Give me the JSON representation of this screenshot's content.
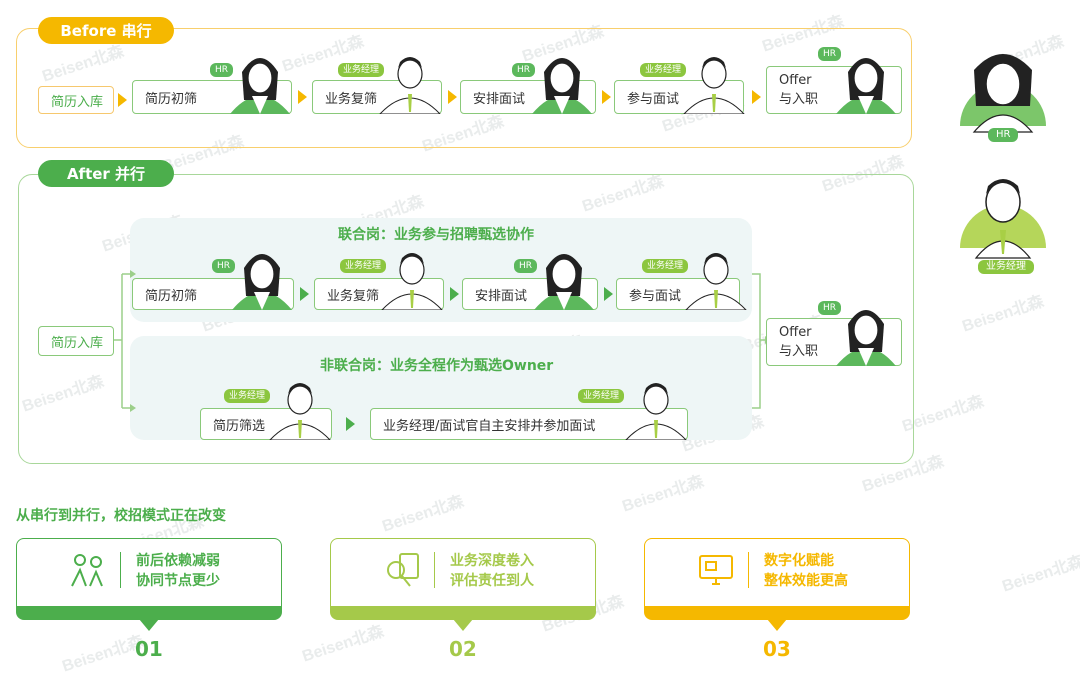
{
  "before": {
    "pill": "Before 串行",
    "steps": [
      "简历入库",
      "简历初筛",
      "业务复筛",
      "安排面试",
      "参与面试"
    ],
    "offer_line1": "Offer",
    "offer_line2": "与入职",
    "tags": [
      "HR",
      "业务经理",
      "HR",
      "业务经理",
      "HR"
    ]
  },
  "after": {
    "pill": "After 并行",
    "start": "简历入库",
    "joint_title": "联合岗：业务参与招聘甄选协作",
    "joint_steps": [
      "简历初筛",
      "业务复筛",
      "安排面试",
      "参与面试"
    ],
    "joint_tags": [
      "HR",
      "业务经理",
      "HR",
      "业务经理"
    ],
    "nonjoint_title": "非联合岗：业务全程作为甄选Owner",
    "nonjoint_steps": [
      "简历筛选",
      "业务经理/面试官自主安排并参加面试"
    ],
    "nonjoint_tags": [
      "业务经理",
      "业务经理"
    ],
    "offer_line1": "Offer",
    "offer_line2": "与入职",
    "offer_tag": "HR"
  },
  "legend": {
    "hr": "HR",
    "manager": "业务经理"
  },
  "summary": {
    "heading": "从串行到并行，校招模式正在改变",
    "cards": [
      {
        "line1": "前后依赖减弱",
        "line2": "协同节点更少",
        "num": "01",
        "color": "#4cae4c",
        "icon": "people-collaboration-icon"
      },
      {
        "line1": "业务深度卷入",
        "line2": "评估责任到人",
        "num": "02",
        "color": "#a5c94a",
        "icon": "magnifier-document-icon"
      },
      {
        "line1": "数字化赋能",
        "line2": "整体效能更高",
        "num": "03",
        "color": "#f5b800",
        "icon": "computer-screen-icon"
      }
    ]
  },
  "watermark": "Beisen北森"
}
